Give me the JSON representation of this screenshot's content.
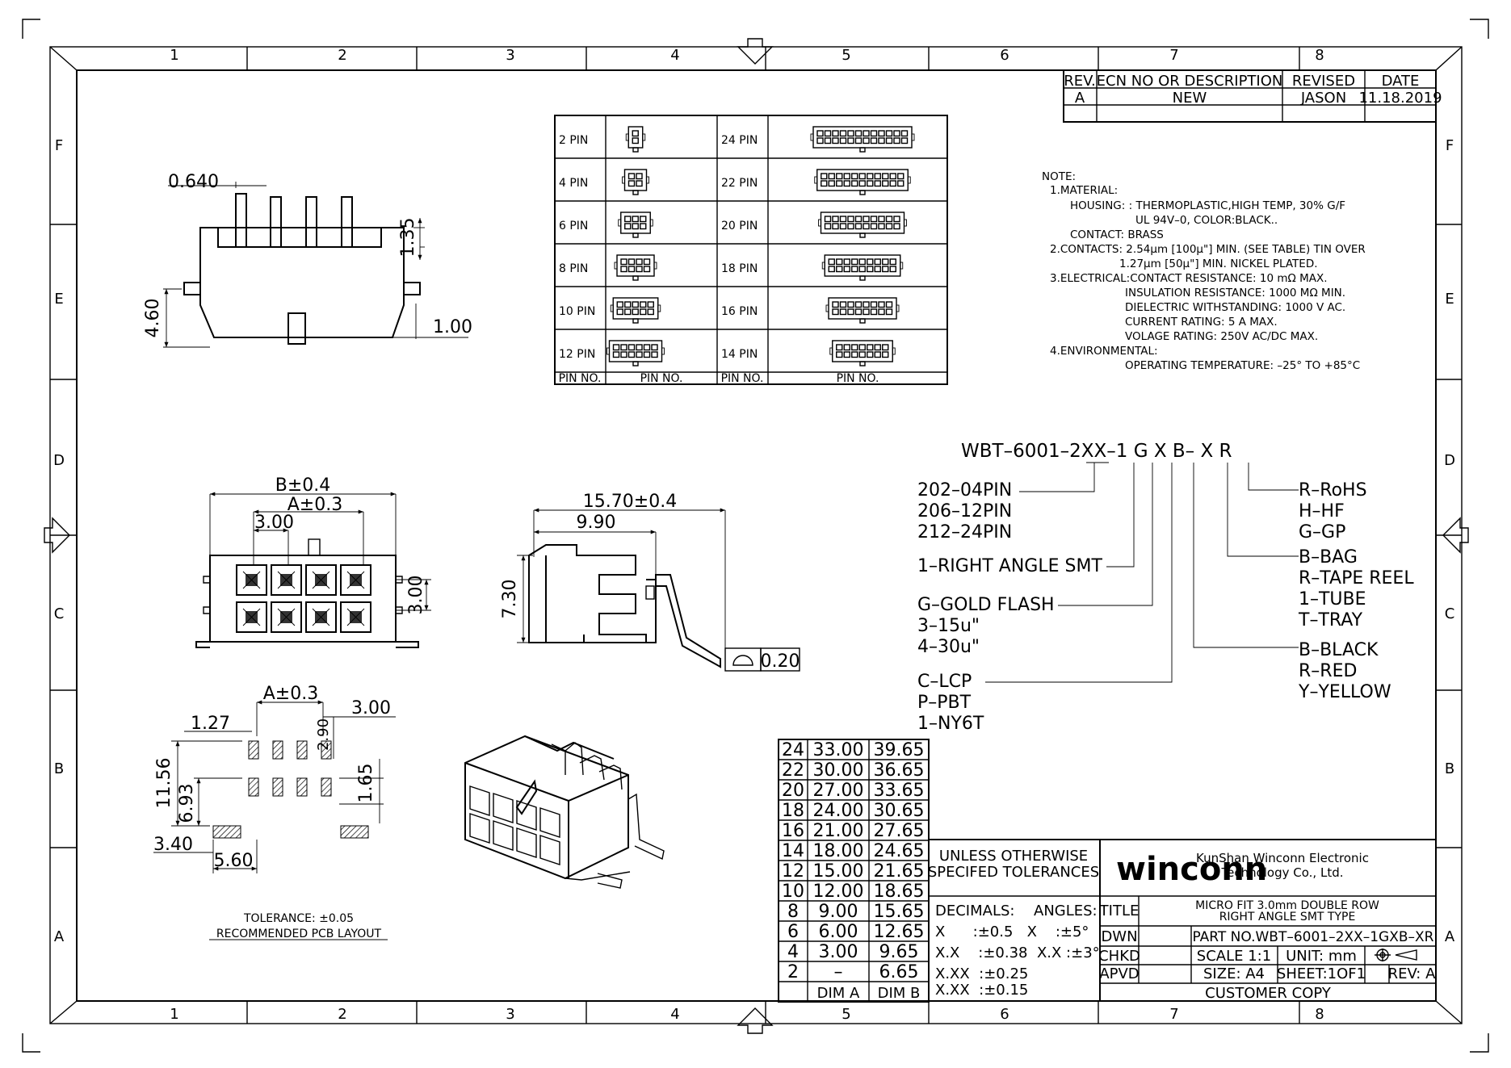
{
  "border": {
    "col_labels": [
      "1",
      "2",
      "3",
      "4",
      "5",
      "6",
      "7",
      "8"
    ],
    "row_labels": [
      "F",
      "E",
      "D",
      "C",
      "B",
      "A"
    ]
  },
  "revision_table": {
    "headers": [
      "REV.",
      "ECN NO OR DESCRIPTION",
      "REVISED",
      "DATE"
    ],
    "rows": [
      {
        "rev": "A",
        "description": "NEW",
        "revised": "JASON",
        "date": "11.18.2019"
      }
    ]
  },
  "side_view_dims": {
    "d1": "0.640",
    "d2": "1.35",
    "d3": "4.60",
    "d4": "1.00"
  },
  "pin_table": {
    "left": [
      {
        "label": "2 PIN"
      },
      {
        "label": "4 PIN"
      },
      {
        "label": "6 PIN"
      },
      {
        "label": "8 PIN"
      },
      {
        "label": "10 PIN"
      },
      {
        "label": "12 PIN"
      }
    ],
    "right": [
      {
        "label": "24 PIN"
      },
      {
        "label": "22 PIN"
      },
      {
        "label": "20 PIN"
      },
      {
        "label": "18 PIN"
      },
      {
        "label": "16 PIN"
      },
      {
        "label": "14 PIN"
      }
    ],
    "footer": [
      "PIN NO.",
      "PIN NO.",
      "PIN NO.",
      "PIN NO."
    ]
  },
  "notes": {
    "heading": "NOTE:",
    "lines": [
      "1.MATERIAL:",
      "HOUSING: : THERMOPLASTIC,HIGH TEMP, 30% G/F",
      "UL 94V–0, COLOR:BLACK..",
      "CONTACT: BRASS",
      "2.CONTACTS: 2.54μm [100μ\"] MIN. (SEE TABLE) TIN OVER",
      "1.27μm [50μ\"] MIN. NICKEL PLATED.",
      "3.ELECTRICAL:CONTACT RESISTANCE: 10 mΩ MAX.",
      "INSULATION RESISTANCE: 1000 MΩ MIN.",
      "DIELECTRIC WITHSTANDING: 1000 V AC.",
      "CURRENT RATING: 5 A MAX.",
      "VOLAGE RATING: 250V AC/DC MAX.",
      "4.ENVIRONMENTAL:",
      "OPERATING TEMPERATURE: –25° TO +85°C"
    ]
  },
  "part_code": {
    "code": "WBT–6001–2XX–1 G X B– X R",
    "left_groups": [
      [
        "202–04PIN",
        "206–12PIN",
        "212–24PIN"
      ],
      [
        "1–RIGHT ANGLE SMT"
      ],
      [
        "G–GOLD FLASH",
        "3–15u\"",
        "4–30u\""
      ],
      [
        "C–LCP",
        "P–PBT",
        "1–NY6T"
      ]
    ],
    "right_groups": [
      [
        "R–RoHS",
        "H–HF",
        "G–GP"
      ],
      [
        "B–BAG",
        "R–TAPE REEL",
        "1–TUBE",
        "T–TRAY"
      ],
      [
        "B–BLACK",
        "R–RED",
        "Y–YELLOW"
      ]
    ]
  },
  "front_view_dims": {
    "b": "B±0.4",
    "a": "A±0.3",
    "pitch": "3.00",
    "row": "3.00"
  },
  "side_profile_dims": {
    "len": "15.70±0.4",
    "len2": "9.90",
    "height": "7.30",
    "flatness": "0.20"
  },
  "pcb_layout": {
    "a": "A±0.3",
    "p1": "3.00",
    "p2": "1.27",
    "p3": "2.90",
    "v1": "11.56",
    "v2": "6.93",
    "v3": "1.65",
    "h1": "3.40",
    "h2": "5.60",
    "tolerance": "TOLERANCE: ±0.05",
    "caption": "RECOMMENDED PCB LAYOUT"
  },
  "dim_table": {
    "rows": [
      [
        "24",
        "33.00",
        "39.65"
      ],
      [
        "22",
        "30.00",
        "36.65"
      ],
      [
        "20",
        "27.00",
        "33.65"
      ],
      [
        "18",
        "24.00",
        "30.65"
      ],
      [
        "16",
        "21.00",
        "27.65"
      ],
      [
        "14",
        "18.00",
        "24.65"
      ],
      [
        "12",
        "15.00",
        "21.65"
      ],
      [
        "10",
        "12.00",
        "18.65"
      ],
      [
        "8",
        "9.00",
        "15.65"
      ],
      [
        "6",
        "6.00",
        "12.65"
      ],
      [
        "4",
        "3.00",
        "9.65"
      ],
      [
        "2",
        "–",
        "6.65"
      ]
    ],
    "footer": [
      "",
      "DIM A",
      "DIM B"
    ]
  },
  "tolerances": {
    "heading1": "UNLESS OTHERWISE",
    "heading2": "SPECIFED TOLERANCES",
    "decimals": "DECIMALS:",
    "angles": "ANGLES:",
    "l1": "X      :±0.5   X    :±5°",
    "l2": "X.X    :±0.38  X.X :±3°",
    "l3": "X.XX  :±0.25",
    "l4": "X.XX  :±0.15"
  },
  "title_block": {
    "brand": "winconn",
    "company1": "KunShan Winconn Electronic",
    "company2": "Technology Co., Ltd.",
    "title_label": "TITLE",
    "title1": "MICRO FIT 3.0mm DOUBLE ROW",
    "title2": "RIGHT ANGLE SMT TYPE",
    "dwn": "DWN",
    "part_no": "PART NO.WBT–6001–2XX–1GXB–XR",
    "chkd": "CHKD",
    "scale": "SCALE 1:1",
    "unit": "UNIT:  mm",
    "apvd": "APVD",
    "size": "SIZE:  A4",
    "sheet": "SHEET:1OF1",
    "rev": "REV: A",
    "footer": "CUSTOMER COPY"
  }
}
